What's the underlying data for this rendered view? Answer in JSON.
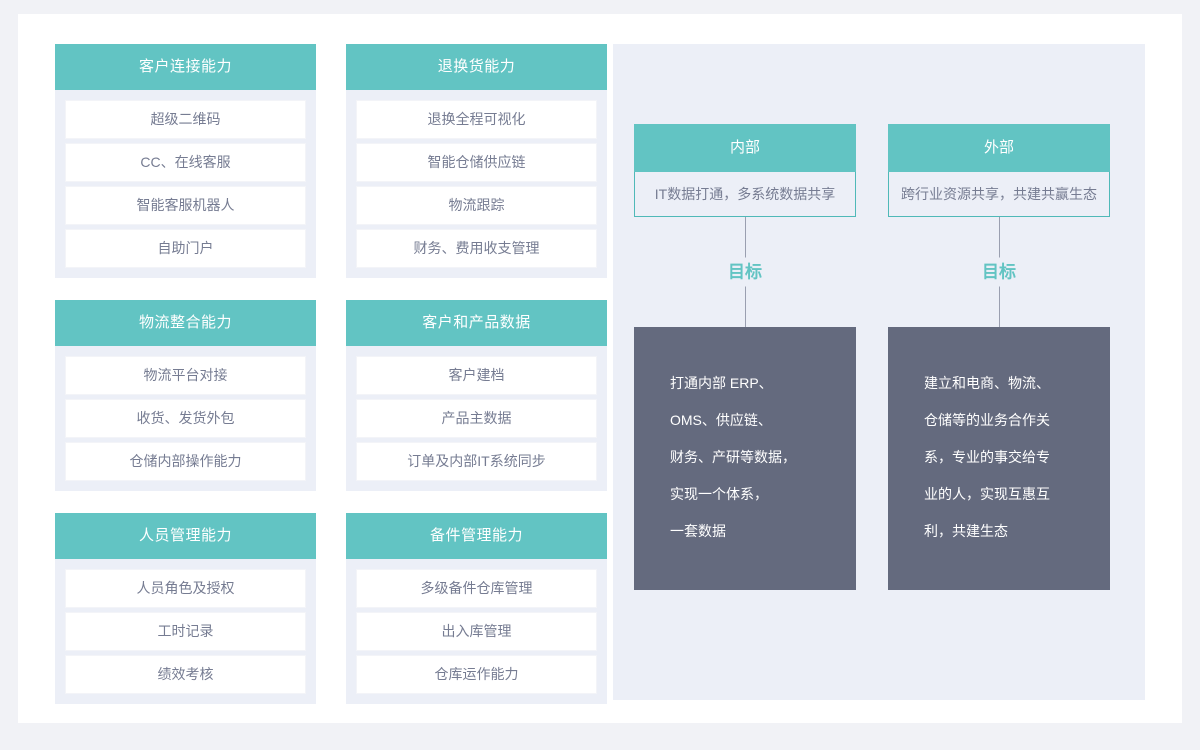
{
  "theme": {
    "accent": "#62c4c3",
    "accent_border": "#4fb9b8",
    "panel_bg": "#eceff7",
    "dark_box": "#646a7e",
    "text_muted": "#767c92",
    "page_bg": "#f1f2f6",
    "connector_line": "#9a9fb0"
  },
  "capabilities": [
    {
      "title": "客户连接能力",
      "items": [
        "超级二维码",
        "CC、在线客服",
        "智能客服机器人",
        "自助门户"
      ]
    },
    {
      "title": "退换货能力",
      "items": [
        "退换全程可视化",
        "智能仓储供应链",
        "物流跟踪",
        "财务、费用收支管理"
      ]
    },
    {
      "title": "物流整合能力",
      "items": [
        "物流平台对接",
        "收货、发货外包",
        "仓储内部操作能力"
      ]
    },
    {
      "title": "客户和产品数据",
      "items": [
        "客户建档",
        "产品主数据",
        "订单及内部IT系统同步"
      ]
    },
    {
      "title": "人员管理能力",
      "items": [
        "人员角色及授权",
        "工时记录",
        "绩效考核"
      ]
    },
    {
      "title": "备件管理能力",
      "items": [
        "多级备件仓库管理",
        "出入库管理",
        "仓库运作能力"
      ]
    }
  ],
  "goals": [
    {
      "head": "内部",
      "sub": "IT数据打通，多系统数据共享",
      "connector_label": "目标",
      "desc_lines": [
        "打通内部 ERP、",
        "OMS、供应链、",
        "财务、产研等数据，",
        "实现一个体系，",
        "一套数据"
      ]
    },
    {
      "head": "外部",
      "sub": "跨行业资源共享，共建共赢生态",
      "connector_label": "目标",
      "desc_lines": [
        "建立和电商、物流、",
        "仓储等的业务合作关",
        "系，专业的事交给专",
        "业的人，实现互惠互",
        "利，共建生态"
      ]
    }
  ]
}
